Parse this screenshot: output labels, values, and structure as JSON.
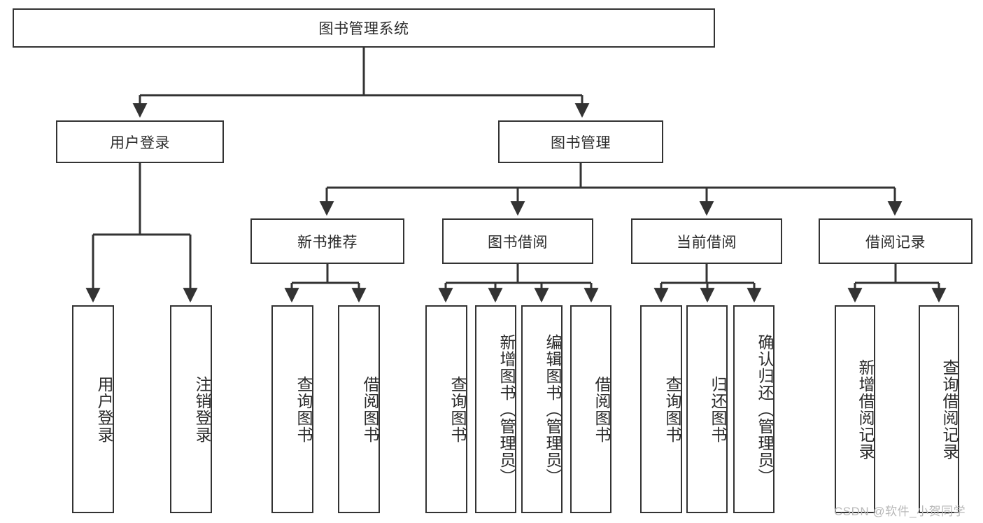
{
  "diagram": {
    "title": "图书管理系统",
    "type": "system-function-structure-tree",
    "root": {
      "label": "图书管理系统"
    },
    "level2": [
      {
        "label": "用户登录"
      },
      {
        "label": "图书管理"
      }
    ],
    "level3": [
      {
        "label": "新书推荐"
      },
      {
        "label": "图书借阅"
      },
      {
        "label": "当前借阅"
      },
      {
        "label": "借阅记录"
      }
    ],
    "leaves": {
      "user_login": [
        {
          "label": "用户登录"
        },
        {
          "label": "注销登录"
        }
      ],
      "new_book_recommend": [
        {
          "label": "查询图书"
        },
        {
          "label": "借阅图书"
        }
      ],
      "book_borrow": [
        {
          "label": "查询图书"
        },
        {
          "label": "新增图书（管理员）"
        },
        {
          "label": "编辑图书（管理员）"
        },
        {
          "label": "借阅图书"
        }
      ],
      "current_borrow": [
        {
          "label": "查询图书"
        },
        {
          "label": "归还图书"
        },
        {
          "label": "确认归还（管理员）"
        }
      ],
      "borrow_record": [
        {
          "label": "新增借阅记录"
        },
        {
          "label": "查询借阅记录"
        }
      ]
    }
  },
  "watermark": {
    "text": "CSDN @软件_小贺同学"
  },
  "colors": {
    "stroke": "#333333",
    "text": "#2b2b2b",
    "background": "#ffffff",
    "watermark": "#b9b9b9"
  }
}
